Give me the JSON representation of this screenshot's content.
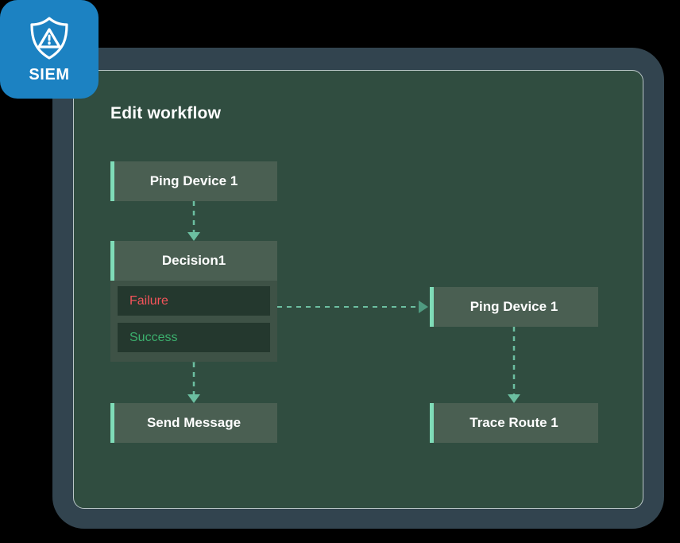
{
  "badge": {
    "label": "SIEM",
    "icon": "shield-warning-icon",
    "background_color": "#1c82c2",
    "icon_color": "#ffffff"
  },
  "panel": {
    "title": "Edit workflow",
    "background_color": "#304d40",
    "border_color": "#b9c6c6",
    "frame_color": "#32444f"
  },
  "theme": {
    "node_background": "#4a5f52",
    "node_accent": "#7fdcb8",
    "branch_background": "#24382e",
    "failure_color": "#f4545a",
    "success_color": "#3caf6d",
    "edge_color": "#6cbfa1",
    "text_color": "#ffffff"
  },
  "workflow": {
    "nodes": [
      {
        "id": "ping-device-1-start",
        "label": "Ping Device 1"
      },
      {
        "id": "decision-1",
        "label": "Decision1"
      },
      {
        "id": "send-message",
        "label": "Send Message"
      },
      {
        "id": "ping-device-1-retry",
        "label": "Ping Device 1"
      },
      {
        "id": "trace-route-1",
        "label": "Trace Route 1"
      }
    ],
    "branches": [
      {
        "id": "failure",
        "label": "Failure"
      },
      {
        "id": "success",
        "label": "Success"
      }
    ],
    "edges": [
      {
        "from": "ping-device-1-start",
        "to": "decision-1",
        "style": "dashed",
        "direction": "down"
      },
      {
        "from": "failure",
        "to": "ping-device-1-retry",
        "style": "dashed",
        "direction": "right"
      },
      {
        "from": "success",
        "to": "send-message",
        "style": "dashed",
        "direction": "down"
      },
      {
        "from": "ping-device-1-retry",
        "to": "trace-route-1",
        "style": "dashed",
        "direction": "down"
      }
    ]
  }
}
